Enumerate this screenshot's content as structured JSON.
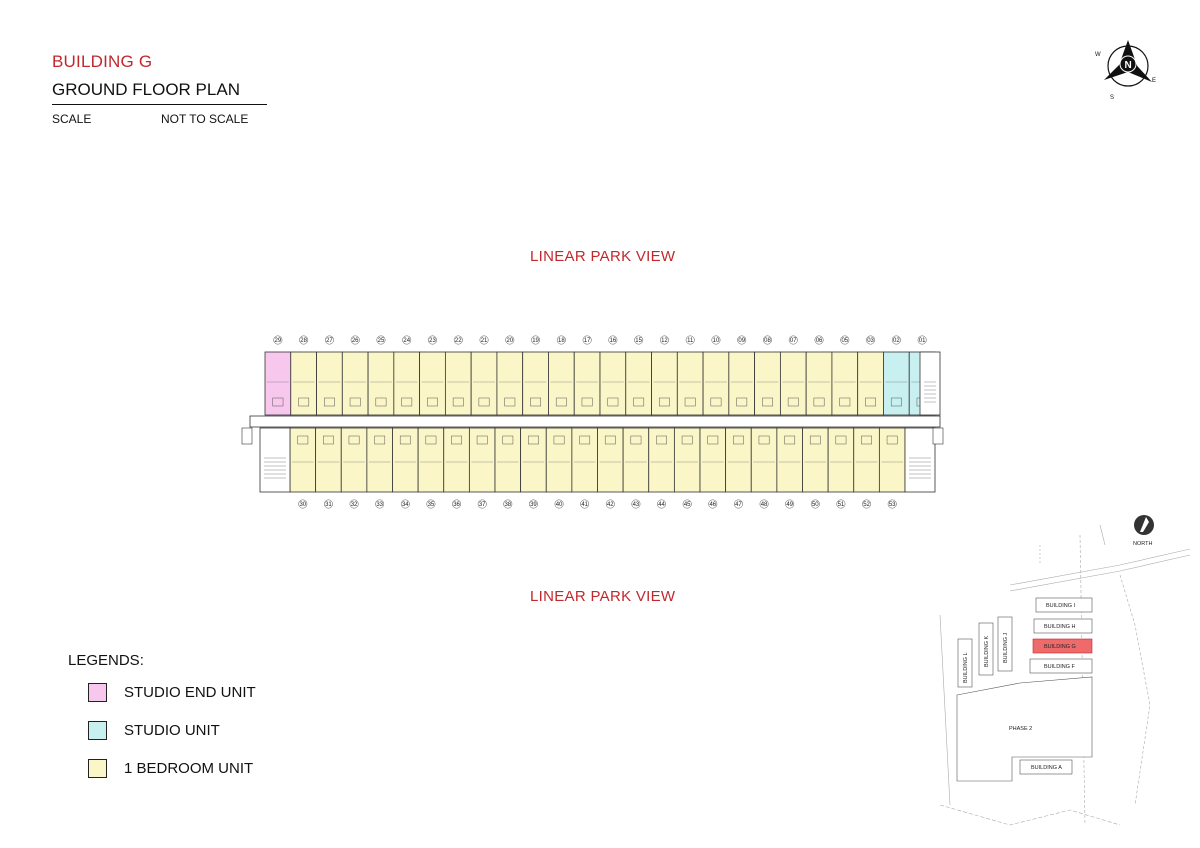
{
  "header": {
    "title": "BUILDING G",
    "subtitle": "GROUND FLOOR PLAN",
    "scale_label": "SCALE",
    "scale_value": "NOT TO SCALE"
  },
  "views": {
    "top": "LINEAR PARK VIEW",
    "bottom": "LINEAR PARK VIEW"
  },
  "colors": {
    "accent": "#c0282d",
    "studio_end": "#f7c7ee",
    "studio": "#c9f0f0",
    "one_bedroom": "#fbf6c7",
    "highlight_building": "#ef6b6b"
  },
  "legend": {
    "title": "LEGENDS:",
    "items": [
      {
        "label": "STUDIO END UNIT",
        "color": "#f7c7ee"
      },
      {
        "label": "STUDIO UNIT",
        "color": "#c9f0f0"
      },
      {
        "label": "1 BEDROOM UNIT",
        "color": "#fbf6c7"
      }
    ]
  },
  "floor_plan": {
    "top_units": [
      "29",
      "28",
      "27",
      "26",
      "25",
      "24",
      "23",
      "22",
      "21",
      "20",
      "19",
      "18",
      "17",
      "16",
      "15",
      "12",
      "11",
      "10",
      "09",
      "08",
      "07",
      "06",
      "05",
      "03",
      "02",
      "01"
    ],
    "top_unit_types": [
      "studio_end",
      "one_bedroom",
      "one_bedroom",
      "one_bedroom",
      "one_bedroom",
      "one_bedroom",
      "one_bedroom",
      "one_bedroom",
      "one_bedroom",
      "one_bedroom",
      "one_bedroom",
      "one_bedroom",
      "one_bedroom",
      "one_bedroom",
      "one_bedroom",
      "one_bedroom",
      "one_bedroom",
      "one_bedroom",
      "one_bedroom",
      "one_bedroom",
      "one_bedroom",
      "one_bedroom",
      "one_bedroom",
      "one_bedroom",
      "studio",
      "studio"
    ],
    "bottom_units": [
      "30",
      "31",
      "32",
      "33",
      "34",
      "35",
      "36",
      "37",
      "38",
      "39",
      "40",
      "41",
      "42",
      "43",
      "44",
      "45",
      "46",
      "47",
      "48",
      "49",
      "50",
      "51",
      "52",
      "53"
    ]
  },
  "compass": {
    "letters": [
      "N",
      "E",
      "S",
      "W"
    ],
    "icon": "north-arrow-icon"
  },
  "site_map": {
    "north_label": "NORTH",
    "buildings_right": [
      "BUILDING I",
      "BUILDING H",
      "BUILDING G",
      "BUILDING F"
    ],
    "buildings_vertical": [
      "BUILDING L",
      "BUILDING K",
      "BUILDING J"
    ],
    "phase_label": "PHASE 2",
    "building_a": "BUILDING A",
    "highlighted": "BUILDING G"
  }
}
